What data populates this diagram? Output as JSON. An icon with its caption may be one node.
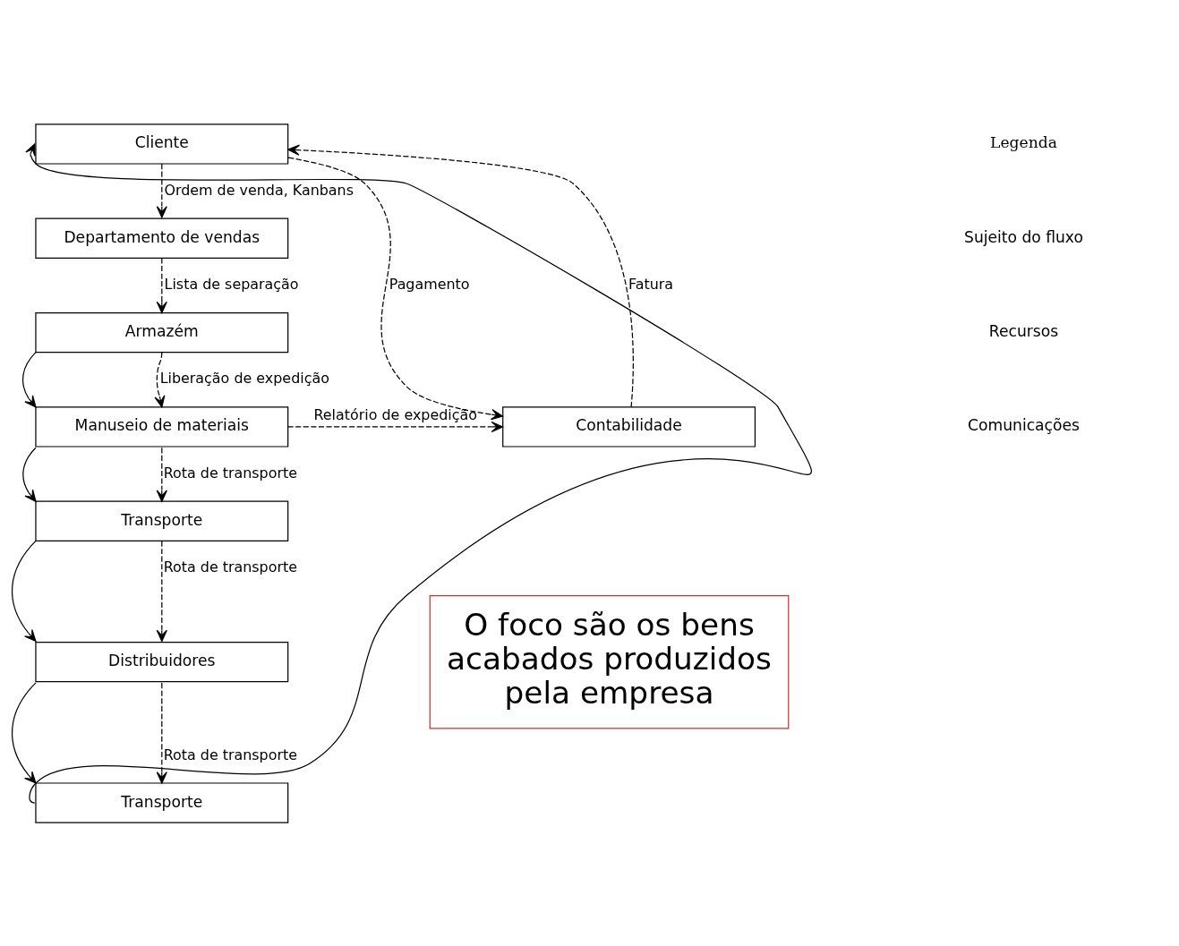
{
  "diagram": {
    "nodes": [
      {
        "text": [
          "Cliente"
        ]
      },
      {
        "text": [
          "Departamento de vendas"
        ]
      },
      {
        "text": [
          "Armazém"
        ]
      },
      {
        "text": [
          "Manuseio de materiais"
        ]
      },
      {
        "text": [
          "Transporte"
        ]
      },
      {
        "text": [
          "Distribuidores"
        ]
      },
      {
        "text": [
          "Transporte"
        ]
      },
      {
        "text": [
          "Contabilidade"
        ]
      },
      {
        "text": [
          "O foco são os bens acabados produzidos pela empresa"
        ]
      }
    ],
    "edges": [
      {
        "from": 0,
        "to": 1,
        "arrow": "to",
        "style": "dashed",
        "label": "Ordem de venda, Kanbans"
      },
      {
        "from": 1,
        "to": 2,
        "arrow": "to",
        "style": "dashed",
        "label": "Lista de separação"
      },
      {
        "from": 2,
        "to": 3,
        "arrow": "to"
      },
      {
        "from": 2,
        "to": 3,
        "arrow": "to",
        "style": "dashed",
        "label": "Liberação de expedição"
      },
      {
        "from": 3,
        "to": 7,
        "arrow": "to",
        "style": "dashed",
        "label": "Relatório de expedição"
      },
      {
        "from": 3,
        "to": 4,
        "arrow": "to"
      },
      {
        "from": 3,
        "to": 4,
        "arrow": "to",
        "style": "dashed",
        "label": "Rota de transporte"
      },
      {
        "from": 4,
        "to": 5,
        "arrow": "to"
      },
      {
        "from": 4,
        "to": 5,
        "arrow": "to",
        "style": "dashed",
        "label": "Rota de transporte"
      },
      {
        "from": 5,
        "to": 6,
        "arrow": "to"
      },
      {
        "from": 5,
        "to": 6,
        "arrow": "to",
        "style": "dashed",
        "label": "Rota de transporte"
      },
      {
        "from": 6,
        "to": 0,
        "arrow": "to"
      },
      {
        "from": 0,
        "to": 7,
        "arrow": "to",
        "style": "dashed",
        "label": "Pagamento"
      },
      {
        "from": 7,
        "to": 0,
        "arrow": "to",
        "style": "dashed",
        "label": "Fatura"
      }
    ],
    "labels": [
      "Legenda"
    ],
    "legend": [
      {
        "text": "Sujeito do fluxo"
      },
      {
        "text": "Recursos"
      },
      {
        "text": "Comunicações"
      }
    ]
  }
}
